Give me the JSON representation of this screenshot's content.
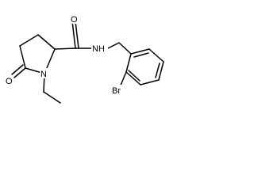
{
  "molecule": {
    "atoms": {
      "O": "O",
      "NH": "NH",
      "N": "N",
      "Br": "Br",
      "O2": "O"
    }
  }
}
